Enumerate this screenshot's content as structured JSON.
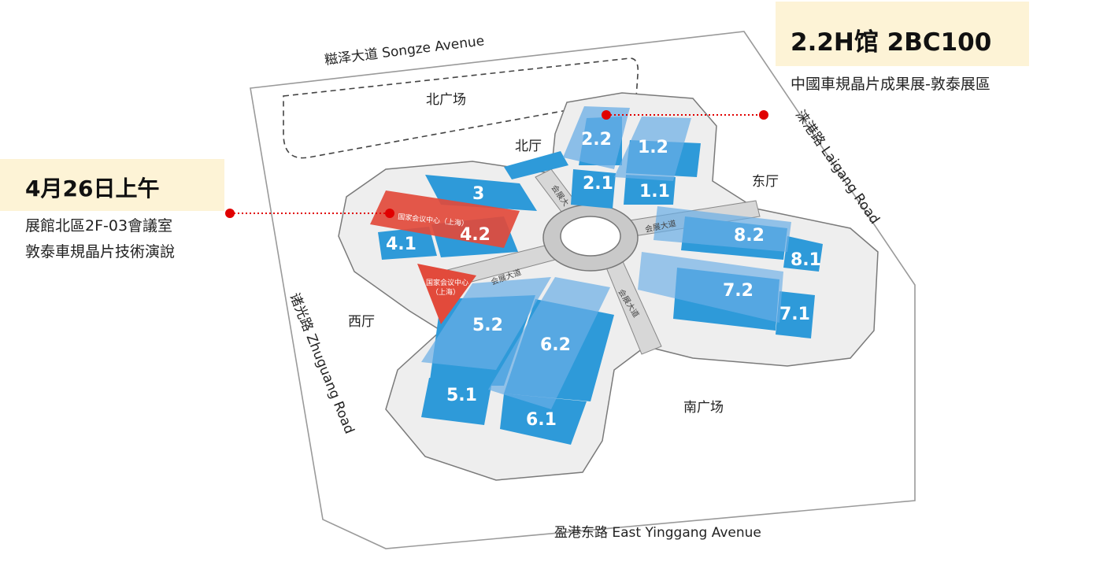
{
  "callouts": {
    "right": {
      "title": "2.2H馆 2BC100",
      "subtitle": "中國車規晶片成果展-敦泰展區"
    },
    "left": {
      "title": "4月26日上午",
      "line1": "展館北區2F-03會議室",
      "line2": "敦泰車規晶片技術演說"
    }
  },
  "roads": {
    "north": "糍泽大道  Songze Avenue",
    "east": "涞港路  Laigang Road",
    "west": "诸光路  Zhuguang Road",
    "south": "盈港东路  East Yinggang Avenue"
  },
  "areas": {
    "north_plaza": "北广场",
    "south_plaza": "南广场",
    "north_hall": "北厅",
    "east_hall": "东厅",
    "west_hall": "西厅"
  },
  "avenue_label": "会展大道",
  "avenue_label_partial": "会展大",
  "convention_center_label": "国家会议中心（上海）",
  "convention_center_label_a": "国家会议中心",
  "convention_center_label_b": "（上海）",
  "halls": [
    "1.1",
    "1.2",
    "2.1",
    "2.2",
    "3",
    "4.1",
    "4.2",
    "5.1",
    "5.2",
    "6.1",
    "6.2",
    "7.1",
    "7.2",
    "8.1",
    "8.2"
  ],
  "colors": {
    "hall_blue": "#2e9ad9",
    "hall_blue_light": "#6aaee6",
    "convention_red": "#e24a3b",
    "marker_red": "#e00000",
    "callout_bg": "#fdf3d6"
  }
}
